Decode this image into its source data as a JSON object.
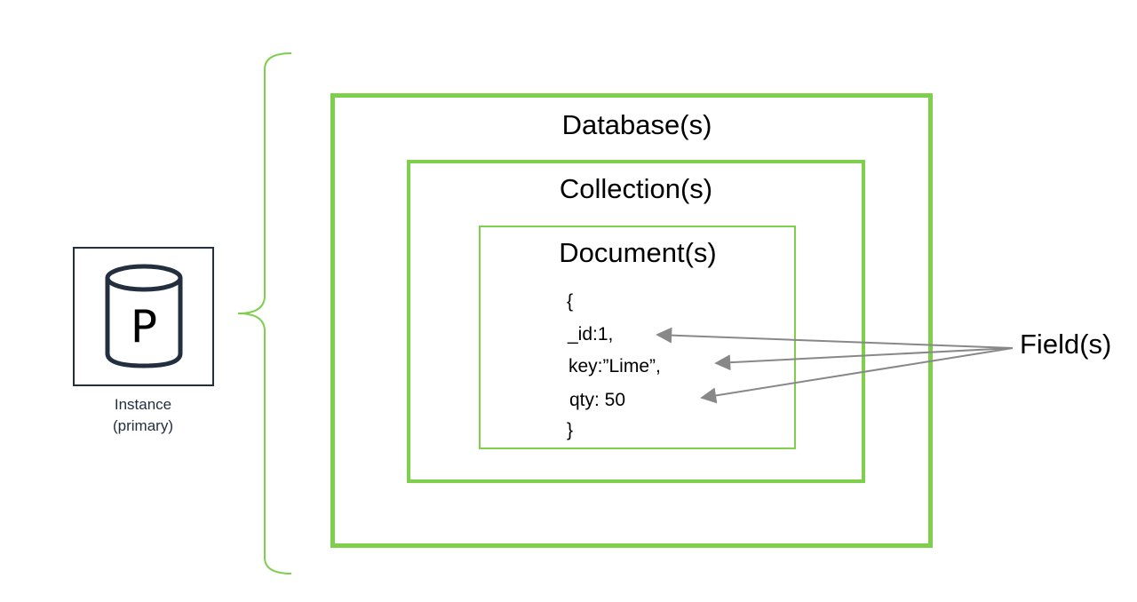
{
  "diagram": {
    "instance": {
      "icon_letter": "P",
      "label_line1": "Instance",
      "label_line2": "(primary)"
    },
    "containers": {
      "database": "Database(s)",
      "collection": "Collection(s)",
      "document": "Document(s)"
    },
    "document_body": {
      "open_brace": "{",
      "fields": [
        "_id:1,",
        "key:”Lime”,",
        "qty: 50"
      ],
      "close_brace": "}"
    },
    "field_label": "Field(s)"
  },
  "colors": {
    "container_border": "#7dcf4c",
    "icon_stroke": "#232f3e",
    "arrow": "#888888"
  }
}
